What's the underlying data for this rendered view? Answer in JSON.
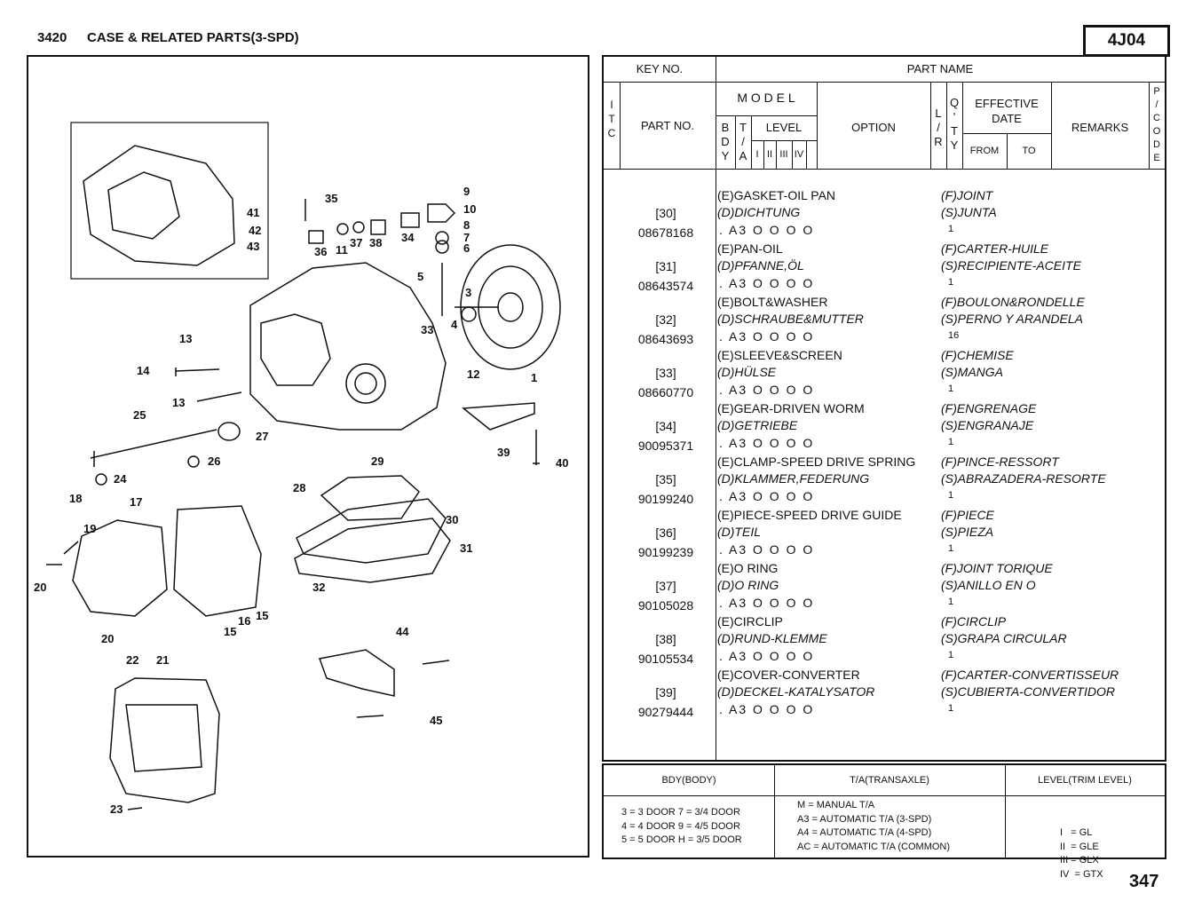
{
  "header": {
    "section_code": "3420",
    "section_title": "CASE & RELATED PARTS(3-SPD)",
    "catalog_code": "4J04"
  },
  "page_number": "347",
  "diagram": {
    "callouts": [
      "35",
      "9",
      "10",
      "8",
      "7",
      "6",
      "41",
      "42",
      "43",
      "36",
      "11",
      "37",
      "38",
      "34",
      "5",
      "3",
      "4",
      "33",
      "13",
      "1",
      "14",
      "12",
      "13",
      "25",
      "27",
      "24",
      "26",
      "39",
      "40",
      "29",
      "28",
      "30",
      "31",
      "32",
      "18",
      "17",
      "19",
      "20",
      "16",
      "15",
      "15",
      "20",
      "44",
      "22",
      "21",
      "45",
      "23"
    ]
  },
  "table": {
    "headers": {
      "key_no": "KEY NO.",
      "part_name": "PART NAME",
      "itc": [
        "I",
        "T",
        "C"
      ],
      "part_no": "PART NO.",
      "model": "M O D E L",
      "bdy": [
        "B",
        "D",
        "Y"
      ],
      "ta": [
        "T",
        "/",
        "A"
      ],
      "level": "LEVEL",
      "levels": [
        "I",
        "II",
        "III",
        "IV"
      ],
      "option": "OPTION",
      "lr": [
        "L",
        "/",
        "R"
      ],
      "qty": [
        "Q",
        "'",
        "T",
        "Y"
      ],
      "effective_date": "EFFECTIVE DATE",
      "from": "FROM",
      "to": "TO",
      "remarks": "REMARKS",
      "pcode": [
        "P",
        "/",
        "C",
        "O",
        "D",
        "E"
      ]
    },
    "rows": [
      {
        "key": "[30]",
        "part_no": "08678168",
        "en": "(E)GASKET-OIL PAN",
        "de": "(D)DICHTUNG",
        "fr": "(F)JOINT",
        "es": "(S)JUNTA",
        "model": ". A3 O O O O",
        "qty": "1"
      },
      {
        "key": "[31]",
        "part_no": "08643574",
        "en": "(E)PAN-OIL",
        "de": "(D)PFANNE,ÖL",
        "fr": "(F)CARTER-HUILE",
        "es": "(S)RECIPIENTE-ACEITE",
        "model": ". A3 O O O O",
        "qty": "1"
      },
      {
        "key": "[32]",
        "part_no": "08643693",
        "en": "(E)BOLT&WASHER",
        "de": "(D)SCHRAUBE&MUTTER",
        "fr": "(F)BOULON&RONDELLE",
        "es": "(S)PERNO Y ARANDELA",
        "model": ". A3 O O O O",
        "qty": "16"
      },
      {
        "key": "[33]",
        "part_no": "08660770",
        "en": "(E)SLEEVE&SCREEN",
        "de": "(D)HÜLSE",
        "fr": "(F)CHEMISE",
        "es": "(S)MANGA",
        "model": ". A3 O O O O",
        "qty": "1"
      },
      {
        "key": "[34]",
        "part_no": "90095371",
        "en": "(E)GEAR-DRIVEN WORM",
        "de": "(D)GETRIEBE",
        "fr": "(F)ENGRENAGE",
        "es": "(S)ENGRANAJE",
        "model": ". A3 O O O O",
        "qty": "1"
      },
      {
        "key": "[35]",
        "part_no": "90199240",
        "en": "(E)CLAMP-SPEED DRIVE SPRING",
        "de": "(D)KLAMMER,FEDERUNG",
        "fr": "(F)PINCE-RESSORT",
        "es": "(S)ABRAZADERA-RESORTE",
        "model": ". A3 O O O O",
        "qty": "1"
      },
      {
        "key": "[36]",
        "part_no": "90199239",
        "en": "(E)PIECE-SPEED DRIVE GUIDE",
        "de": "(D)TEIL",
        "fr": "(F)PIECE",
        "es": "(S)PIEZA",
        "model": ". A3 O O O O",
        "qty": "1"
      },
      {
        "key": "[37]",
        "part_no": "90105028",
        "en": "(E)O RING",
        "de": "(D)O RING",
        "fr": "(F)JOINT TORIQUE",
        "es": "(S)ANILLO EN O",
        "model": ". A3 O O O O",
        "qty": "1"
      },
      {
        "key": "[38]",
        "part_no": "90105534",
        "en": "(E)CIRCLIP",
        "de": "(D)RUND-KLEMME",
        "fr": "(F)CIRCLIP",
        "es": "(S)GRAPA CIRCULAR",
        "model": ". A3 O O O O",
        "qty": "1"
      },
      {
        "key": "[39]",
        "part_no": "90279444",
        "en": "(E)COVER-CONVERTER",
        "de": "(D)DECKEL-KATALYSATOR",
        "fr": "(F)CARTER-CONVERTISSEUR",
        "es": "(S)CUBIERTA-CONVERTIDOR",
        "model": ". A3 O O O O",
        "qty": "1"
      }
    ]
  },
  "legend": {
    "bdy_title": "BDY(BODY)",
    "ta_title": "T/A(TRANSAXLE)",
    "level_title": "LEVEL(TRIM LEVEL)",
    "bdy_lines": [
      "3 = 3 DOOR 7 = 3/4 DOOR",
      "4 = 4 DOOR 9 = 4/5 DOOR",
      "5 = 5 DOOR H = 3/5 DOOR"
    ],
    "ta_lines": [
      "M = MANUAL T/A",
      "A3 = AUTOMATIC  T/A (3-SPD)",
      "A4 = AUTOMATIC  T/A (4-SPD)",
      "AC = AUTOMATIC  T/A (COMMON)"
    ],
    "level_lines": [
      "I   = GL",
      "II  = GLE",
      "III = GLX",
      "IV  = GTX"
    ]
  }
}
